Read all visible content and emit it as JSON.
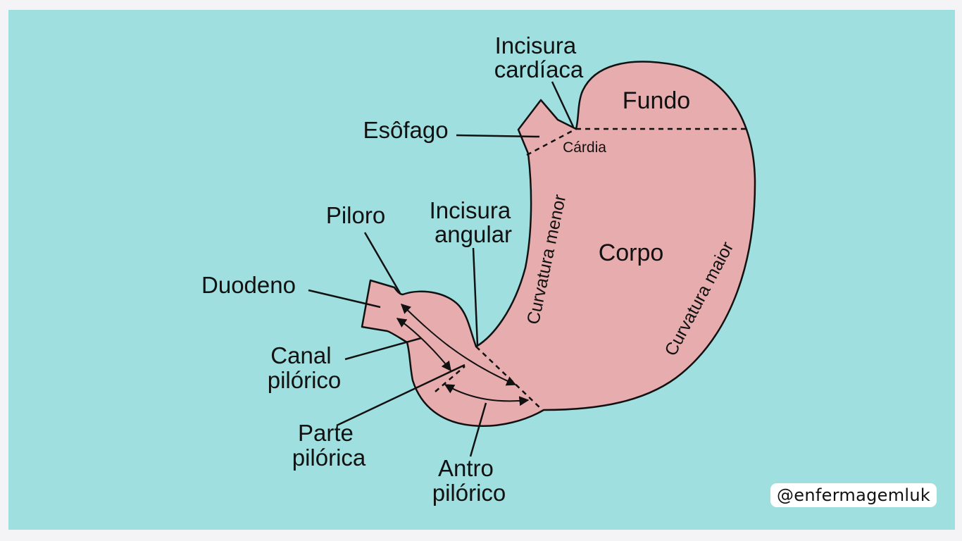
{
  "labels": {
    "incisura_cardiaca": [
      "Incisura",
      "cardíaca"
    ],
    "fundo": "Fundo",
    "esofago": "Esôfago",
    "cardia": "Cárdia",
    "piloro": "Piloro",
    "incisura_angular": [
      "Incisura",
      "angular"
    ],
    "curvatura_menor": "Curvatura menor",
    "corpo": "Corpo",
    "duodeno": "Duodeno",
    "curvatura_maior": "Curvatura maior",
    "canal_pilorico": [
      "Canal",
      "pilórico"
    ],
    "parte_pilorica": [
      "Parte",
      "pilórica"
    ],
    "antro_pilorico": [
      "Antro",
      "pilórico"
    ]
  },
  "watermark": "@enfermagemluk",
  "colors": {
    "background": "#9fdfdf",
    "organ_fill": "#e7acad",
    "outline": "#111111",
    "watermark_bg": "#ffffff"
  }
}
